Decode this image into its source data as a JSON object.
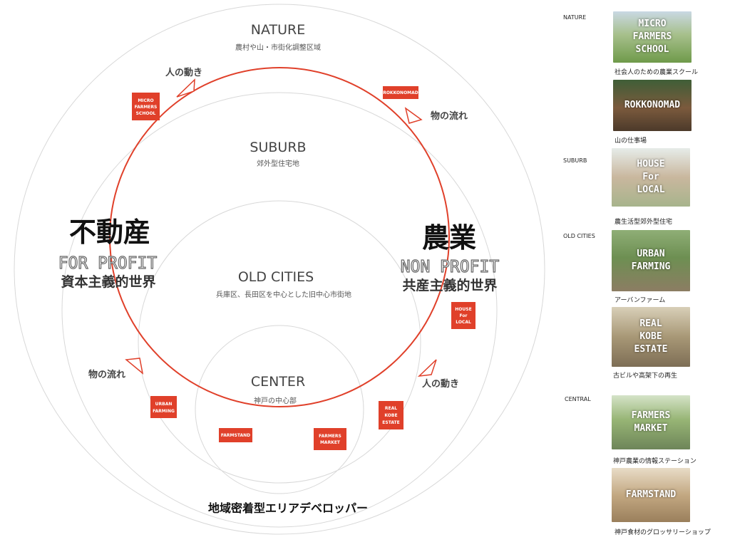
{
  "rings": {
    "nature": {
      "title": "NATURE",
      "sub": "農村や山・市街化調整区域"
    },
    "suburb": {
      "title": "SUBURB",
      "sub": "郊外型住宅地"
    },
    "old_cities": {
      "title": "OLD CITIES",
      "sub": "兵庫区、長田区を中心とした旧中心市街地"
    },
    "center": {
      "title": "CENTER",
      "sub": "神戸の中心部"
    }
  },
  "left": {
    "big": "不動産",
    "en": "FOR PROFIT",
    "sub": "資本主義的世界"
  },
  "right": {
    "big": "農業",
    "en": "NON PROFIT",
    "sub": "共産主義的世界"
  },
  "flows": {
    "people_top": "人の動き",
    "goods_top": "物の流れ",
    "goods_bottom": "物の流れ",
    "people_bottom": "人の動き"
  },
  "bottom_label": "地域密着型エリアデベロッパー",
  "tags": {
    "micro": [
      "MICRO",
      "FARMERS",
      "SCHOOL"
    ],
    "rokko": [
      "ROKKONOMAD"
    ],
    "house": [
      "HOUSE",
      "For",
      "LOCAL"
    ],
    "real": [
      "REAL",
      "KOBE",
      "ESTATE"
    ],
    "urban": [
      "URBAN",
      "FARMING"
    ],
    "farmstand": [
      "FARMSTAND"
    ],
    "market": [
      "FARMERS",
      "MARKET"
    ]
  },
  "side": {
    "categories": {
      "nature": "NATURE",
      "suburb": "SUBURB",
      "old_cities": "OLD CITIES",
      "central": "CENTRAL"
    },
    "projects": [
      {
        "title": "MICRO\nFARMERS\nSCHOOL",
        "caption": "社会人のための農業スクール"
      },
      {
        "title": "ROKKONOMAD",
        "caption": "山の仕事場"
      },
      {
        "title": "HOUSE\nFor\nLOCAL",
        "caption": "農生活型郊外型住宅"
      },
      {
        "title": "URBAN\nFARMING",
        "caption": "アーバンファーム"
      },
      {
        "title": "REAL\nKOBE\nESTATE",
        "caption": "古ビルや高架下の再生"
      },
      {
        "title": "FARMERS\nMARKET",
        "caption": "神戸農業の情報ステーション"
      },
      {
        "title": "FARMSTAND",
        "caption": "神戸食材のグロッサリーショップ"
      }
    ]
  },
  "colors": {
    "accent": "#e0402a",
    "ring": "#d8d8d8"
  }
}
